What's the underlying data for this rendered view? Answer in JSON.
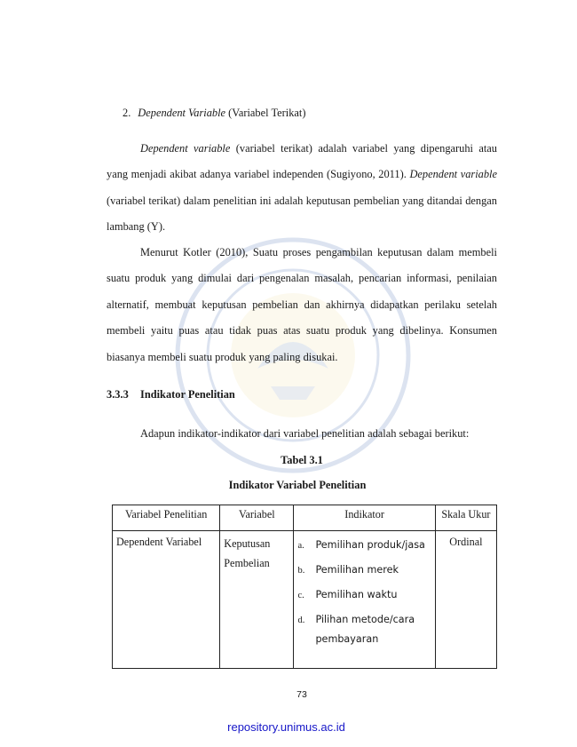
{
  "section": {
    "number": "2.",
    "title_italic": "Dependent Variable",
    "title_paren": " (Variabel Terikat)"
  },
  "paragraph1": {
    "s1_italic": "Dependent variable",
    "s1_rest": " (variabel terikat) adalah variabel yang dipengaruhi atau yang menjadi akibat adanya variabel independen (Sugiyono, 2011). ",
    "s2_italic": "Dependent variable",
    "s2_rest": " (variabel terikat) dalam penelitian ini adalah keputusan pembelian yang ditandai dengan lambang (Y)."
  },
  "paragraph2": {
    "text": "Menurut Kotler (2010), Suatu proses pengambilan keputusan dalam membeli suatu produk yang dimulai dari pengenalan masalah, pencarian informasi, penilaian alternatif, membuat keputusan pembelian dan akhirnya didapatkan perilaku setelah membeli yaitu puas atau tidak puas atas suatu produk yang dibelinya. Konsumen biasanya membeli suatu produk yang paling disukai."
  },
  "subsection": {
    "number": "3.3.3",
    "title": "Indikator Penelitian"
  },
  "intro_text": "Adapun indikator-indikator dari variabel penelitian adalah sebagai berikut:",
  "table_caption": {
    "label": "Tabel 3.1",
    "title": "Indikator Variabel Penelitian"
  },
  "table": {
    "headers": [
      "Variabel Penelitian",
      "Variabel",
      "Indikator",
      "Skala Ukur"
    ],
    "row": {
      "variabel_penelitian": "Dependent Variabel",
      "variabel_line1": "Keputusan",
      "variabel_line2": "Pembelian",
      "indikator": [
        {
          "marker": "a.",
          "text": "Pemilihan produk/jasa"
        },
        {
          "marker": "b.",
          "text": "Pemilihan merek"
        },
        {
          "marker": "c.",
          "text": "Pemilihan waktu"
        },
        {
          "marker": "d.",
          "text": "Pilihan metode/cara pembayaran"
        }
      ],
      "skala": "Ordinal"
    }
  },
  "page_number": "73",
  "footer_link": "repository.unimus.ac.id",
  "colors": {
    "link": "#1616c8",
    "watermark": "#2a5aa8"
  }
}
